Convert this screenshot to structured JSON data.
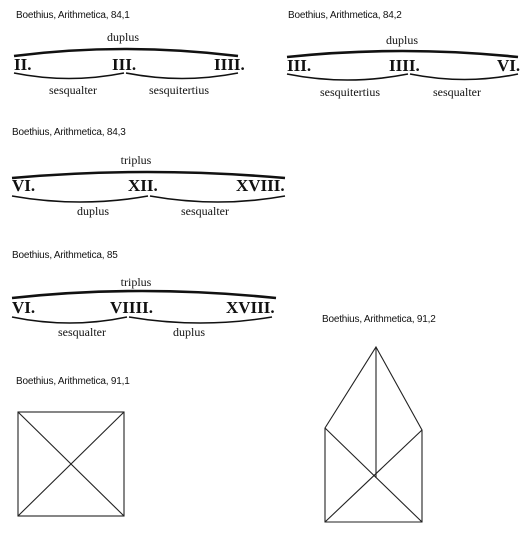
{
  "figures": [
    {
      "caption": "Boethius, Arithmetica, 84,1",
      "top_label": "duplus",
      "numerals": [
        "II.",
        "III.",
        "IIII."
      ],
      "bottom_labels": [
        "sesqualter",
        "sesquitertius"
      ]
    },
    {
      "caption": "Boethius, Arithmetica, 84,2",
      "top_label": "duplus",
      "numerals": [
        "III.",
        "IIII.",
        "VI."
      ],
      "bottom_labels": [
        "sesquitertius",
        "sesqualter"
      ]
    },
    {
      "caption": "Boethius, Arithmetica, 84,3",
      "top_label": "triplus",
      "numerals": [
        "VI.",
        "XII.",
        "XVIII."
      ],
      "bottom_labels": [
        "duplus",
        "sesqualter"
      ]
    },
    {
      "caption": "Boethius, Arithmetica, 85",
      "top_label": "triplus",
      "numerals": [
        "VI.",
        "VIIII.",
        "XVIII."
      ],
      "bottom_labels": [
        "sesqualter",
        "duplus"
      ]
    },
    {
      "caption": "Boethius, Arithmetica, 91,1"
    },
    {
      "caption": "Boethius, Arithmetica, 91,2"
    }
  ]
}
